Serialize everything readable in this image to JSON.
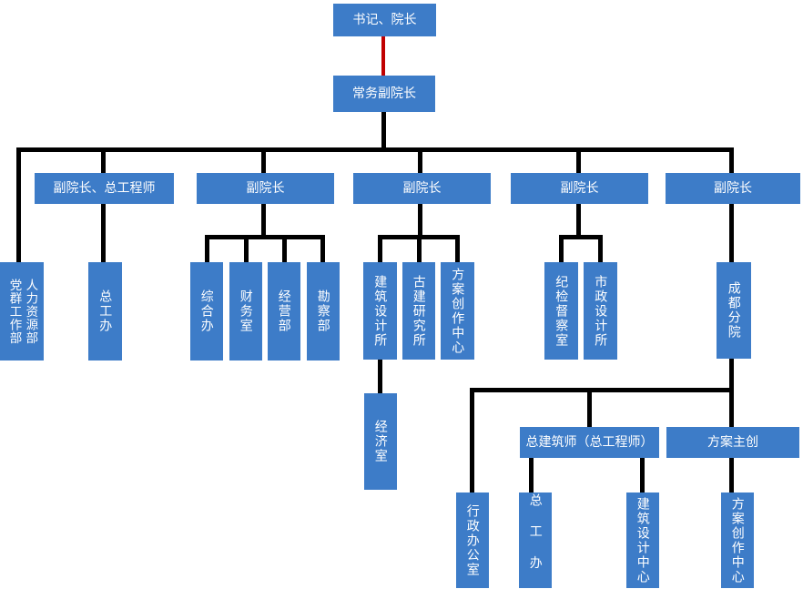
{
  "page": {
    "background": "#ffffff"
  },
  "colors": {
    "node_fill": "#3d7cc8",
    "node_text": "#ffffff",
    "connector": "#000000",
    "special_connector": "#c00000"
  },
  "nodes": {
    "chairman": "书记、院长",
    "executive_vp": "常务副院长",
    "vp_chief_engineer": "副院长、总工程师",
    "vp1": "副院长",
    "vp2": "副院长",
    "vp3": "副院长",
    "vp4": "副院长",
    "party_mass_dept": "党群工作部",
    "hr_dept": "人力资源部",
    "chief_engineer_office": "总工办",
    "general_office": "综合办",
    "finance_office": "财务室",
    "business_dept": "经营部",
    "survey_dept": "勘察部",
    "architecture_design_institute": "建筑设计所",
    "ancient_building_institute": "古建研究所",
    "scheme_creation_center": "方案创作中心",
    "economy_office": "经济室",
    "discipline_inspection_office": "纪检督察室",
    "municipal_design_institute": "市政设计所",
    "chengdu_branch": "成都分院",
    "chief_architect": "总建筑师（总工程师）",
    "scheme_lead": "方案主创",
    "admin_office": "行政办公室",
    "branch_chief_engineer_office": "总工办",
    "architecture_design_center": "建筑设计中心",
    "branch_scheme_creation_center": "方案创作中心"
  },
  "hierarchy": {
    "label": "书记、院长",
    "children": [
      {
        "label": "常务副院长",
        "children": [
          {
            "label": "党群工作部 / 人力资源部"
          },
          {
            "label": "副院长、总工程师",
            "children": [
              {
                "label": "总工办"
              }
            ]
          },
          {
            "label": "副院长",
            "children": [
              {
                "label": "综合办"
              },
              {
                "label": "财务室"
              },
              {
                "label": "经营部"
              },
              {
                "label": "勘察部"
              }
            ]
          },
          {
            "label": "副院长",
            "children": [
              {
                "label": "建筑设计所",
                "children": [
                  {
                    "label": "经济室"
                  }
                ]
              },
              {
                "label": "古建研究所"
              },
              {
                "label": "方案创作中心"
              }
            ]
          },
          {
            "label": "副院长",
            "children": [
              {
                "label": "纪检督察室"
              },
              {
                "label": "市政设计所"
              }
            ]
          },
          {
            "label": "副院长",
            "children": [
              {
                "label": "成都分院",
                "children": [
                  {
                    "label": "行政办公室"
                  },
                  {
                    "label": "总建筑师（总工程师）",
                    "children": [
                      {
                        "label": "总工办"
                      },
                      {
                        "label": "建筑设计中心"
                      }
                    ]
                  },
                  {
                    "label": "方案主创",
                    "children": [
                      {
                        "label": "方案创作中心"
                      }
                    ]
                  }
                ]
              }
            ]
          }
        ]
      }
    ]
  }
}
